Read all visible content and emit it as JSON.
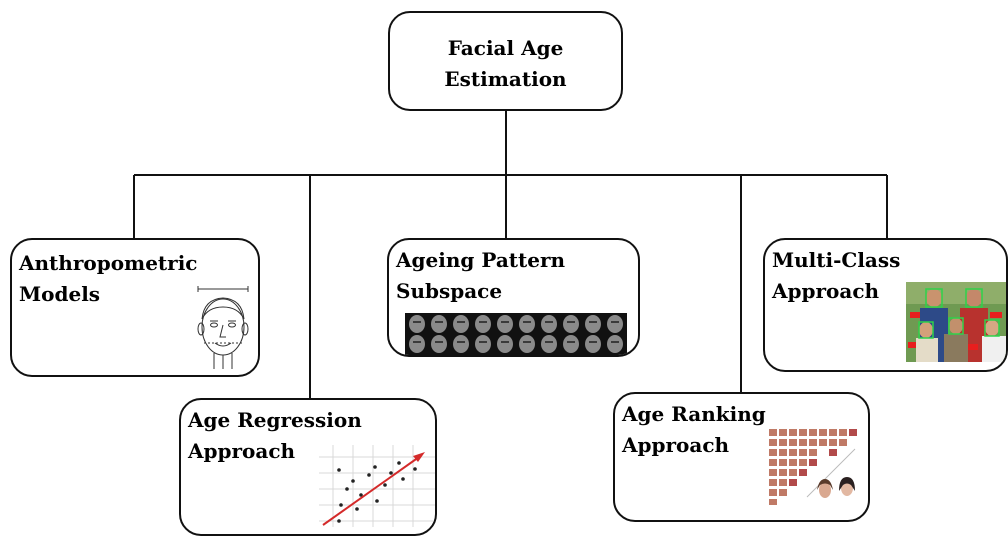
{
  "root": {
    "label": "Facial Age\nEstimation"
  },
  "nodes": [
    {
      "id": "anthropometric",
      "label": "Anthropometric\nModels"
    },
    {
      "id": "regression",
      "label": "Age Regression\nApproach"
    },
    {
      "id": "ageing",
      "label": "Ageing Pattern\nSubspace"
    },
    {
      "id": "ranking",
      "label": "Age Ranking\nApproach"
    },
    {
      "id": "multiclass",
      "label": "Multi-Class\nApproach"
    }
  ]
}
